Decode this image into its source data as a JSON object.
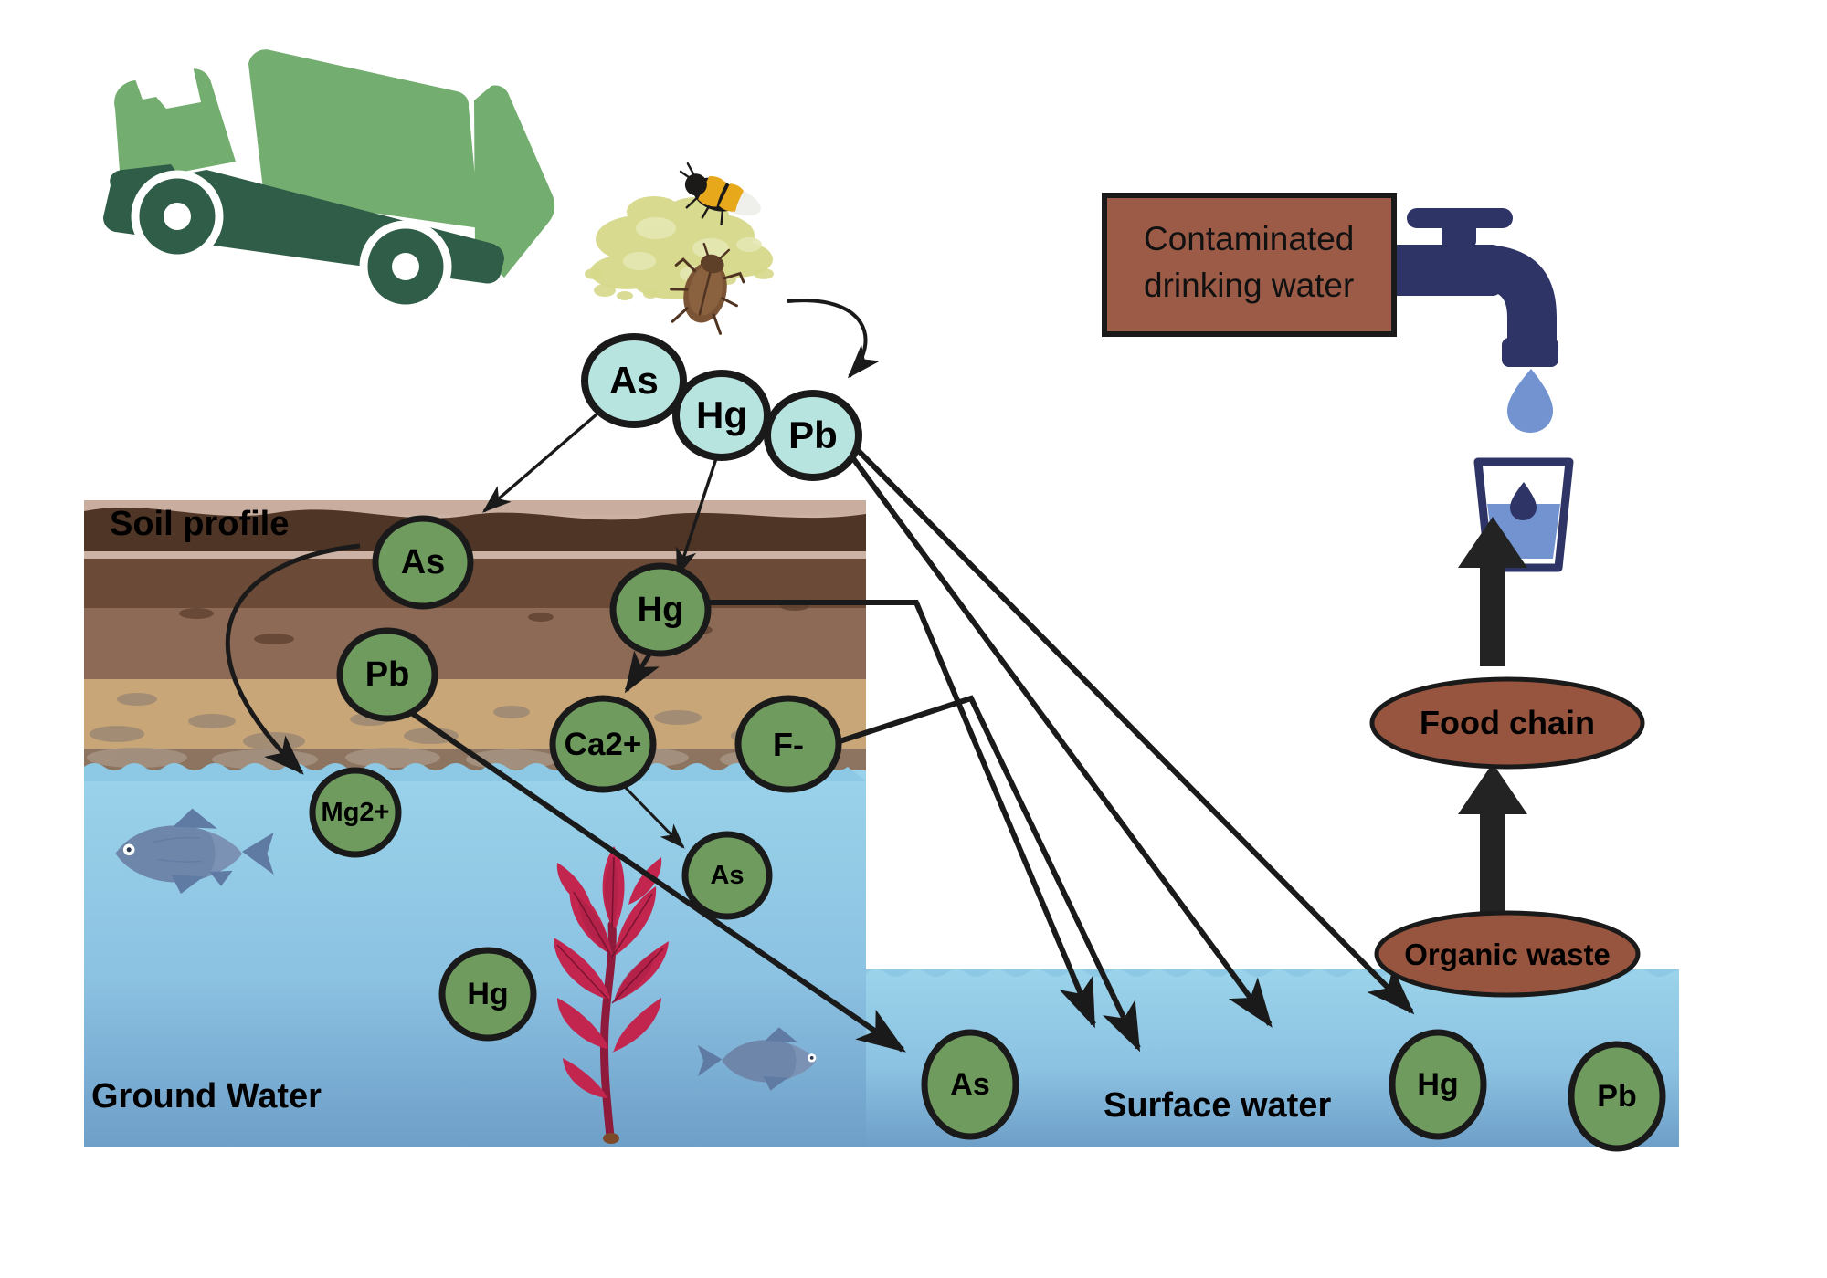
{
  "title": "Pathways of heavy metals and ions from waste to soil, groundwater, surface water and food chain",
  "colors": {
    "metal_circle_fill": "#6f9b5e",
    "metal_circle_stroke": "#1a1a1a",
    "source_circle_fill": "#b8e4e0",
    "source_circle_stroke": "#1a1a1a",
    "brown_box_fill": "#9b5b46",
    "brown_box_stroke": "#1a1a1a",
    "ellipse_fill": "#97553f",
    "arrow": "#1a1a1a",
    "truck_body": "#74ad70",
    "truck_chassis": "#2f5d47",
    "water_top": "#92cfe8",
    "water_bottom": "#6e9fc8",
    "faucet": "#2e3566",
    "glass_water": "#7293cf",
    "seaweed": "#c2264f",
    "fish": "#7b92b4"
  },
  "labels": {
    "soil_profile": "Soil profile",
    "ground_water": "Ground Water",
    "surface_water": "Surface water"
  },
  "source_nodes": [
    {
      "id": "src-as",
      "text": "As"
    },
    {
      "id": "src-hg",
      "text": "Hg"
    },
    {
      "id": "src-pb",
      "text": "Pb"
    }
  ],
  "soil_nodes": [
    {
      "id": "soil-as",
      "text": "As"
    },
    {
      "id": "soil-pb",
      "text": "Pb"
    },
    {
      "id": "soil-hg",
      "text": "Hg"
    },
    {
      "id": "soil-ca",
      "text": "Ca2+"
    },
    {
      "id": "soil-f",
      "text": "F-"
    }
  ],
  "groundwater_nodes": [
    {
      "id": "gw-mg",
      "text": "Mg2+"
    },
    {
      "id": "gw-as",
      "text": "As"
    },
    {
      "id": "gw-hg",
      "text": "Hg"
    }
  ],
  "surfacewater_nodes": [
    {
      "id": "sw-as",
      "text": "As"
    },
    {
      "id": "sw-hg",
      "text": "Hg"
    },
    {
      "id": "sw-pb",
      "text": "Pb"
    }
  ],
  "drinking_water_box": {
    "line1": "Contaminated",
    "line2": "drinking water"
  },
  "right_chain": [
    {
      "id": "food-chain",
      "text": "Food chain"
    },
    {
      "id": "organic-waste",
      "text": "Organic waste"
    }
  ],
  "icons": {
    "truck": "garbage-truck-icon",
    "waste_pile": "waste-pile-icon",
    "bee": "bee-icon",
    "beetle": "beetle-icon",
    "faucet": "faucet-icon",
    "glass": "water-glass-icon",
    "droplet": "water-droplet-icon",
    "fish": "fish-icon",
    "seaweed": "seaweed-icon"
  }
}
